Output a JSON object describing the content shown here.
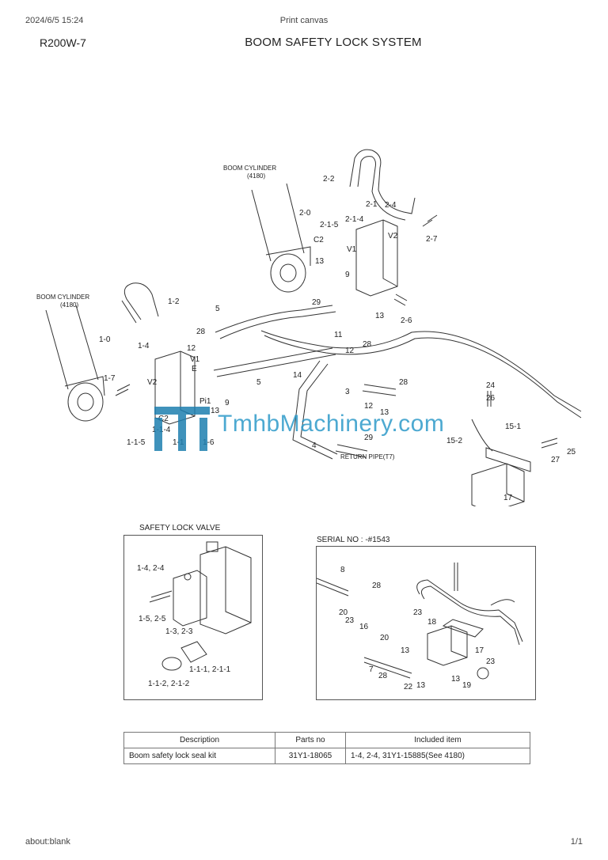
{
  "print_header": {
    "timestamp": "2024/6/5 15:24",
    "title": "Print canvas"
  },
  "doc": {
    "model": "R200W-7",
    "title": "BOOM SAFETY LOCK SYSTEM"
  },
  "watermark": "TmhbMachinery.com",
  "diagram": {
    "annotations": {
      "boom_cyl_right": "BOOM CYLINDER",
      "boom_cyl_right_ref": "(4180)",
      "boom_cyl_left": "BOOM CYLINDER",
      "boom_cyl_left_ref": "(4180)",
      "return_pipe": "RETURN PIPE(T7)"
    },
    "callouts": [
      "2-2",
      "2-0",
      "2-1",
      "2-4",
      "2-1-5",
      "2-1-4",
      "2-7",
      "C2",
      "V1",
      "V2",
      "13",
      "9",
      "5",
      "29",
      "1-2",
      "1-0",
      "1-4",
      "28",
      "12",
      "V1",
      "E",
      "14",
      "2-6",
      "13",
      "28",
      "11",
      "12",
      "V2",
      "1-7",
      "Pi1",
      "9",
      "5",
      "3",
      "28",
      "12",
      "13",
      "24",
      "26",
      "1-1-4",
      "C2",
      "13",
      "1-1-5",
      "1-1",
      "1-6",
      "15-1",
      "15-2",
      "27",
      "25",
      "29",
      "4",
      "17"
    ]
  },
  "inset_left": {
    "title": "SAFETY LOCK VALVE",
    "labels": [
      "1-4,  2-4",
      "1-5,  2-5",
      "1-3,  2-3",
      "1-1-1,   2-1-1",
      "1-1-2,   2-1-2"
    ]
  },
  "inset_right": {
    "title": "SERIAL NO : -#1543",
    "labels": [
      "8",
      "28",
      "20",
      "23",
      "16",
      "23",
      "18",
      "20",
      "13",
      "17",
      "23",
      "7",
      "28",
      "22",
      "13",
      "13",
      "19"
    ]
  },
  "kit_table": {
    "headers": [
      "Description",
      "Parts no",
      "Included item"
    ],
    "rows": [
      [
        "Boom safety lock seal kit",
        "31Y1-18065",
        "1-4, 2-4, 31Y1-15885(See 4180)"
      ]
    ]
  },
  "footer": {
    "left": "about:blank",
    "right": "1/1"
  }
}
